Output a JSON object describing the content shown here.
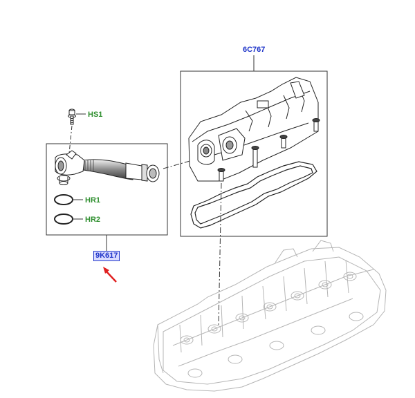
{
  "labels": {
    "valve_cover_part": "6C767",
    "hose_part": "9K617",
    "bolt": "HS1",
    "seal_upper": "HR1",
    "seal_lower": "HR2"
  },
  "colors": {
    "part_number": "#1f35c9",
    "fastener_code": "#2f8f2f",
    "highlight_fill": "#d9dbff",
    "pointer_arrow": "#e02020"
  }
}
